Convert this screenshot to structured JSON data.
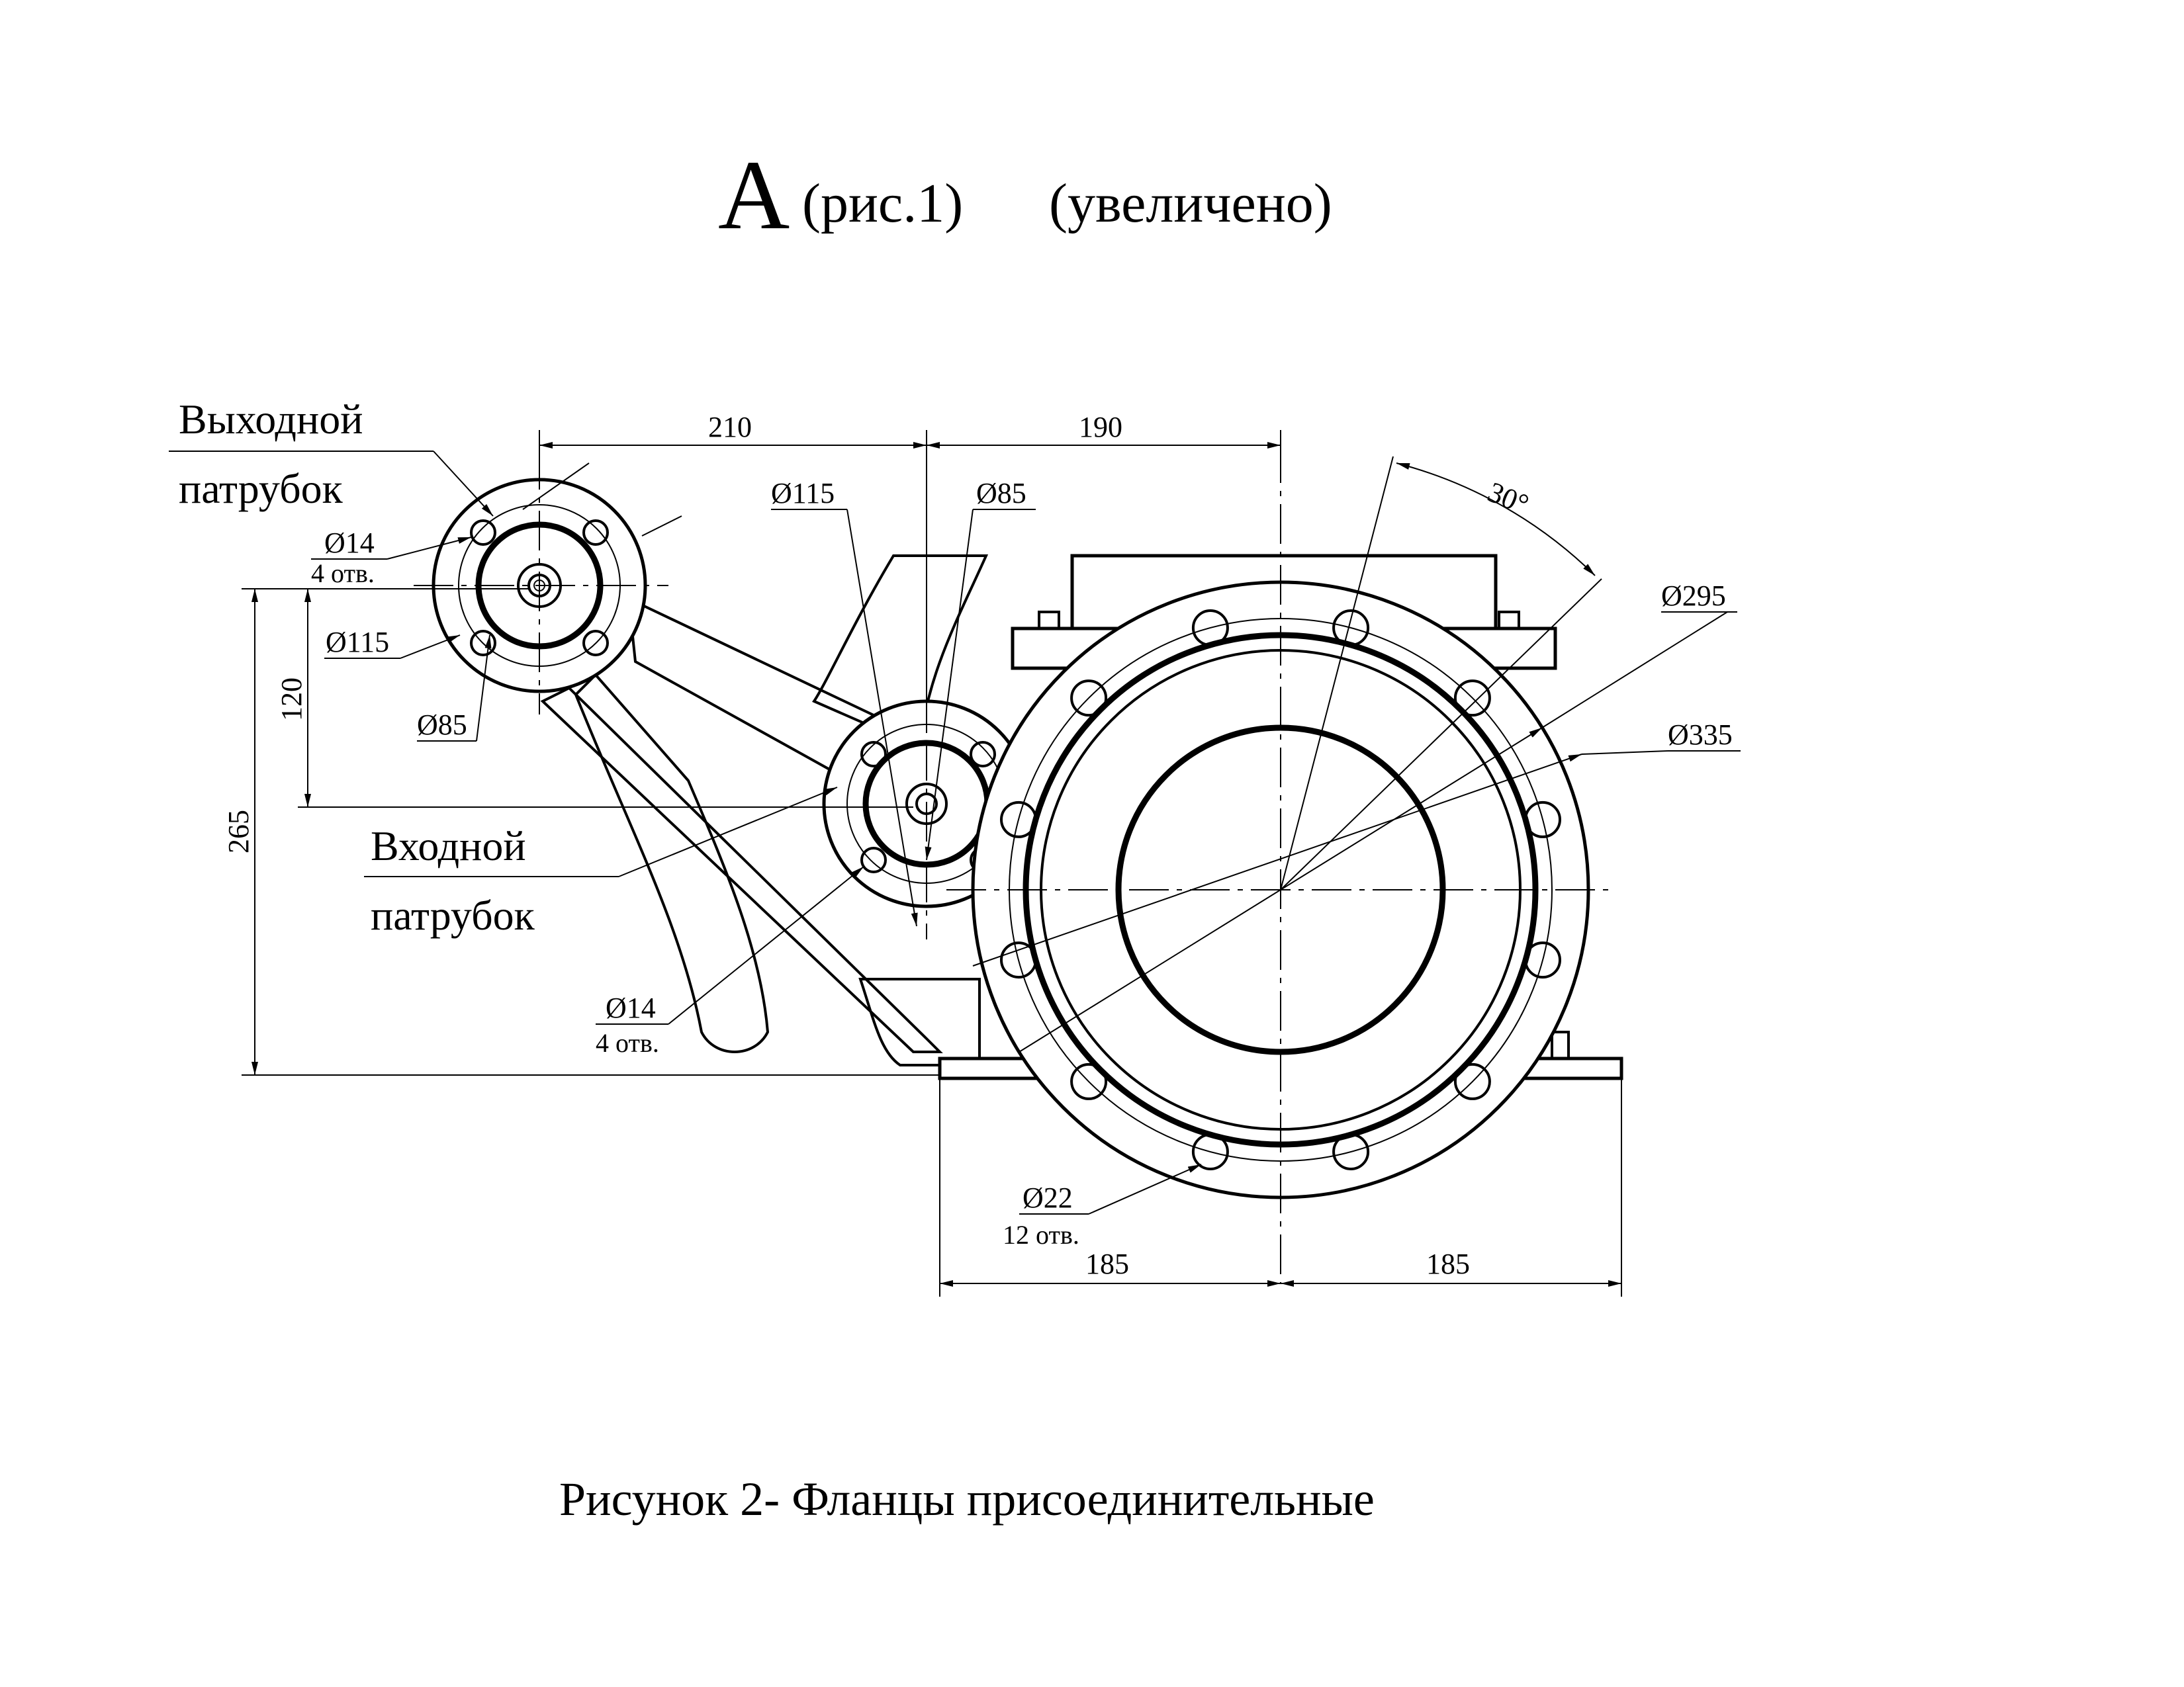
{
  "title": {
    "letter": "А",
    "ref": "(рис.1)",
    "note": "(увеличено)"
  },
  "labels": {
    "outlet_line1": "Выходной",
    "outlet_line2": "патрубок",
    "inlet_line1": "Входной",
    "inlet_line2": "патрубок"
  },
  "dimensions": {
    "d210": "210",
    "d190": "190",
    "d120": "120",
    "d265": "265",
    "d185_left": "185",
    "d185_right": "185",
    "angle30": "30°",
    "dia295": "Ø295",
    "dia335": "Ø335",
    "dia22": "Ø22",
    "holes12": "12 отв.",
    "outlet_dia14": "Ø14",
    "outlet_holes4": "4 отв.",
    "outlet_dia115": "Ø115",
    "outlet_dia85": "Ø85",
    "inlet_dia115": "Ø115",
    "inlet_dia85": "Ø85",
    "inlet_dia14": "Ø14",
    "inlet_holes4": "4 отв."
  },
  "caption": "Рисунок 2- Фланцы присоединительные"
}
